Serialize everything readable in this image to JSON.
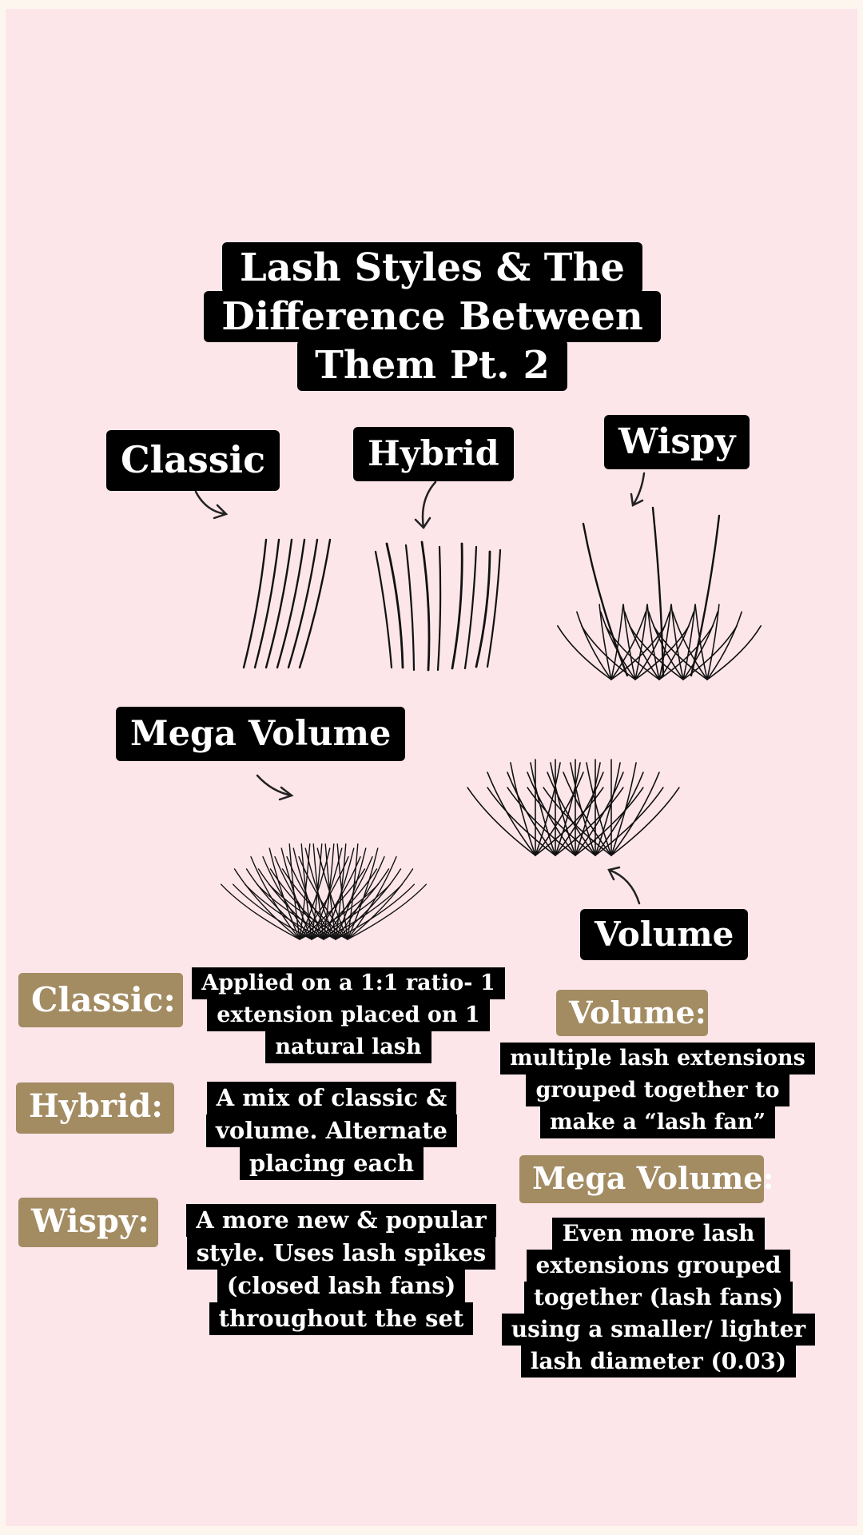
{
  "title": {
    "lines": [
      "Lash Styles & The",
      "Difference Between",
      "Them Pt. 2"
    ]
  },
  "labels": {
    "classic": "Classic",
    "hybrid": "Hybrid",
    "wispy": "Wispy",
    "mega_volume": "Mega Volume",
    "volume": "Volume"
  },
  "definitions": {
    "classic": {
      "term": "Classic:",
      "desc": [
        "Applied on a 1:1 ratio- 1",
        "extension placed on 1",
        "natural lash"
      ]
    },
    "hybrid": {
      "term": "Hybrid:",
      "desc": [
        "A mix of classic &",
        "volume. Alternate",
        "placing each"
      ]
    },
    "wispy": {
      "term": "Wispy:",
      "desc": [
        "A more new & popular",
        "style. Uses lash spikes",
        "(closed lash fans)",
        "throughout the set"
      ]
    },
    "volume": {
      "term": "Volume:",
      "desc": [
        "multiple lash extensions",
        "grouped together to",
        "make a “lash fan”"
      ]
    },
    "mega_volume": {
      "term": "Mega Volume:",
      "desc": [
        "Even more lash",
        "extensions grouped",
        "together (lash fans)",
        "using a smaller/ lighter",
        "lash diameter (0.03)"
      ]
    }
  },
  "colors": {
    "background": "#fce6ea",
    "label_bg": "#000000",
    "term_bg": "#a38b62",
    "text": "#ffffff"
  }
}
